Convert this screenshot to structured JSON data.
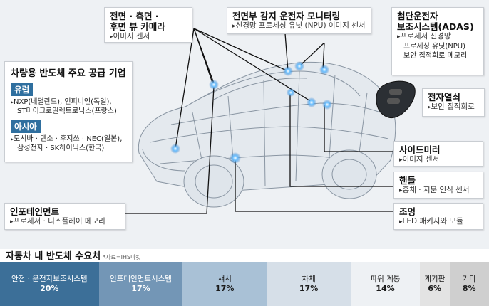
{
  "callouts": {
    "camera": {
      "title1": "전면 · 측면 ·",
      "title2": "후면 뷰 카메라",
      "sub": "이미지 센서"
    },
    "driver_monitor": {
      "title": "전면부 감지 운전자 모니터링",
      "sub": "신경망 프로세싱 유닛 (NPU) 이미지 센서"
    },
    "adas": {
      "title1": "첨단운전자",
      "title2": "보조시스템(ADAS)",
      "sub1": "프로세서 신경망",
      "sub2": "프로세싱 유닛(NPU)",
      "sub3": "보안 집적회로 메모리"
    },
    "key": {
      "title": "전자열쇠",
      "sub": "보안 집적회로"
    },
    "mirror": {
      "title": "사이드미러",
      "sub": "이미지 센서"
    },
    "handle": {
      "title": "핸들",
      "sub": "홍채 · 지문 인식 센서"
    },
    "light": {
      "title": "조명",
      "sub": "LED 패키지와 모듈"
    },
    "infotainment": {
      "title": "인포테인먼트",
      "sub": "프로세서 · 디스플레이 메모리"
    }
  },
  "suppliers": {
    "title": "차량용 반도체 주요 공급 기업",
    "europe": {
      "label": "유럽",
      "line1": "NXP(네덜란드), 인피니언(독일),",
      "line2": "ST마이크로일렉트로닉스(프랑스)"
    },
    "asia": {
      "label": "아시아",
      "line1": "도시바 · 덴소 · 후지쓰 · NEC(일본),",
      "line2": "삼성전자 · SK하이닉스(한국)"
    }
  },
  "demand": {
    "title": "자동차 내 반도체 수요처",
    "source": "*자료=IHS마킷",
    "segments": [
      {
        "label": "안전 · 운전자보조시스템",
        "pct": "20%",
        "share": 20,
        "color": "#3c6f98",
        "text": "#ffffff"
      },
      {
        "label": "인포테인먼트시스템",
        "pct": "17%",
        "share": 17,
        "color": "#7396b6",
        "text": "#ffffff"
      },
      {
        "label": "섀시",
        "pct": "17%",
        "share": 17,
        "color": "#a9c1d6",
        "text": "#1a1a1a"
      },
      {
        "label": "차체",
        "pct": "17%",
        "share": 17,
        "color": "#d6dfe8",
        "text": "#1a1a1a"
      },
      {
        "label": "파워 계통",
        "pct": "14%",
        "share": 14,
        "color": "#eef1f4",
        "text": "#1a1a1a"
      },
      {
        "label": "계기판",
        "pct": "6%",
        "share": 6,
        "color": "#e3e3e3",
        "text": "#1a1a1a"
      },
      {
        "label": "기타",
        "pct": "8%",
        "share": 8,
        "color": "#cfcfcf",
        "text": "#1a1a1a"
      }
    ]
  },
  "colors": {
    "accent": "#2f6f9f",
    "sensor": "#4aa8ff"
  }
}
